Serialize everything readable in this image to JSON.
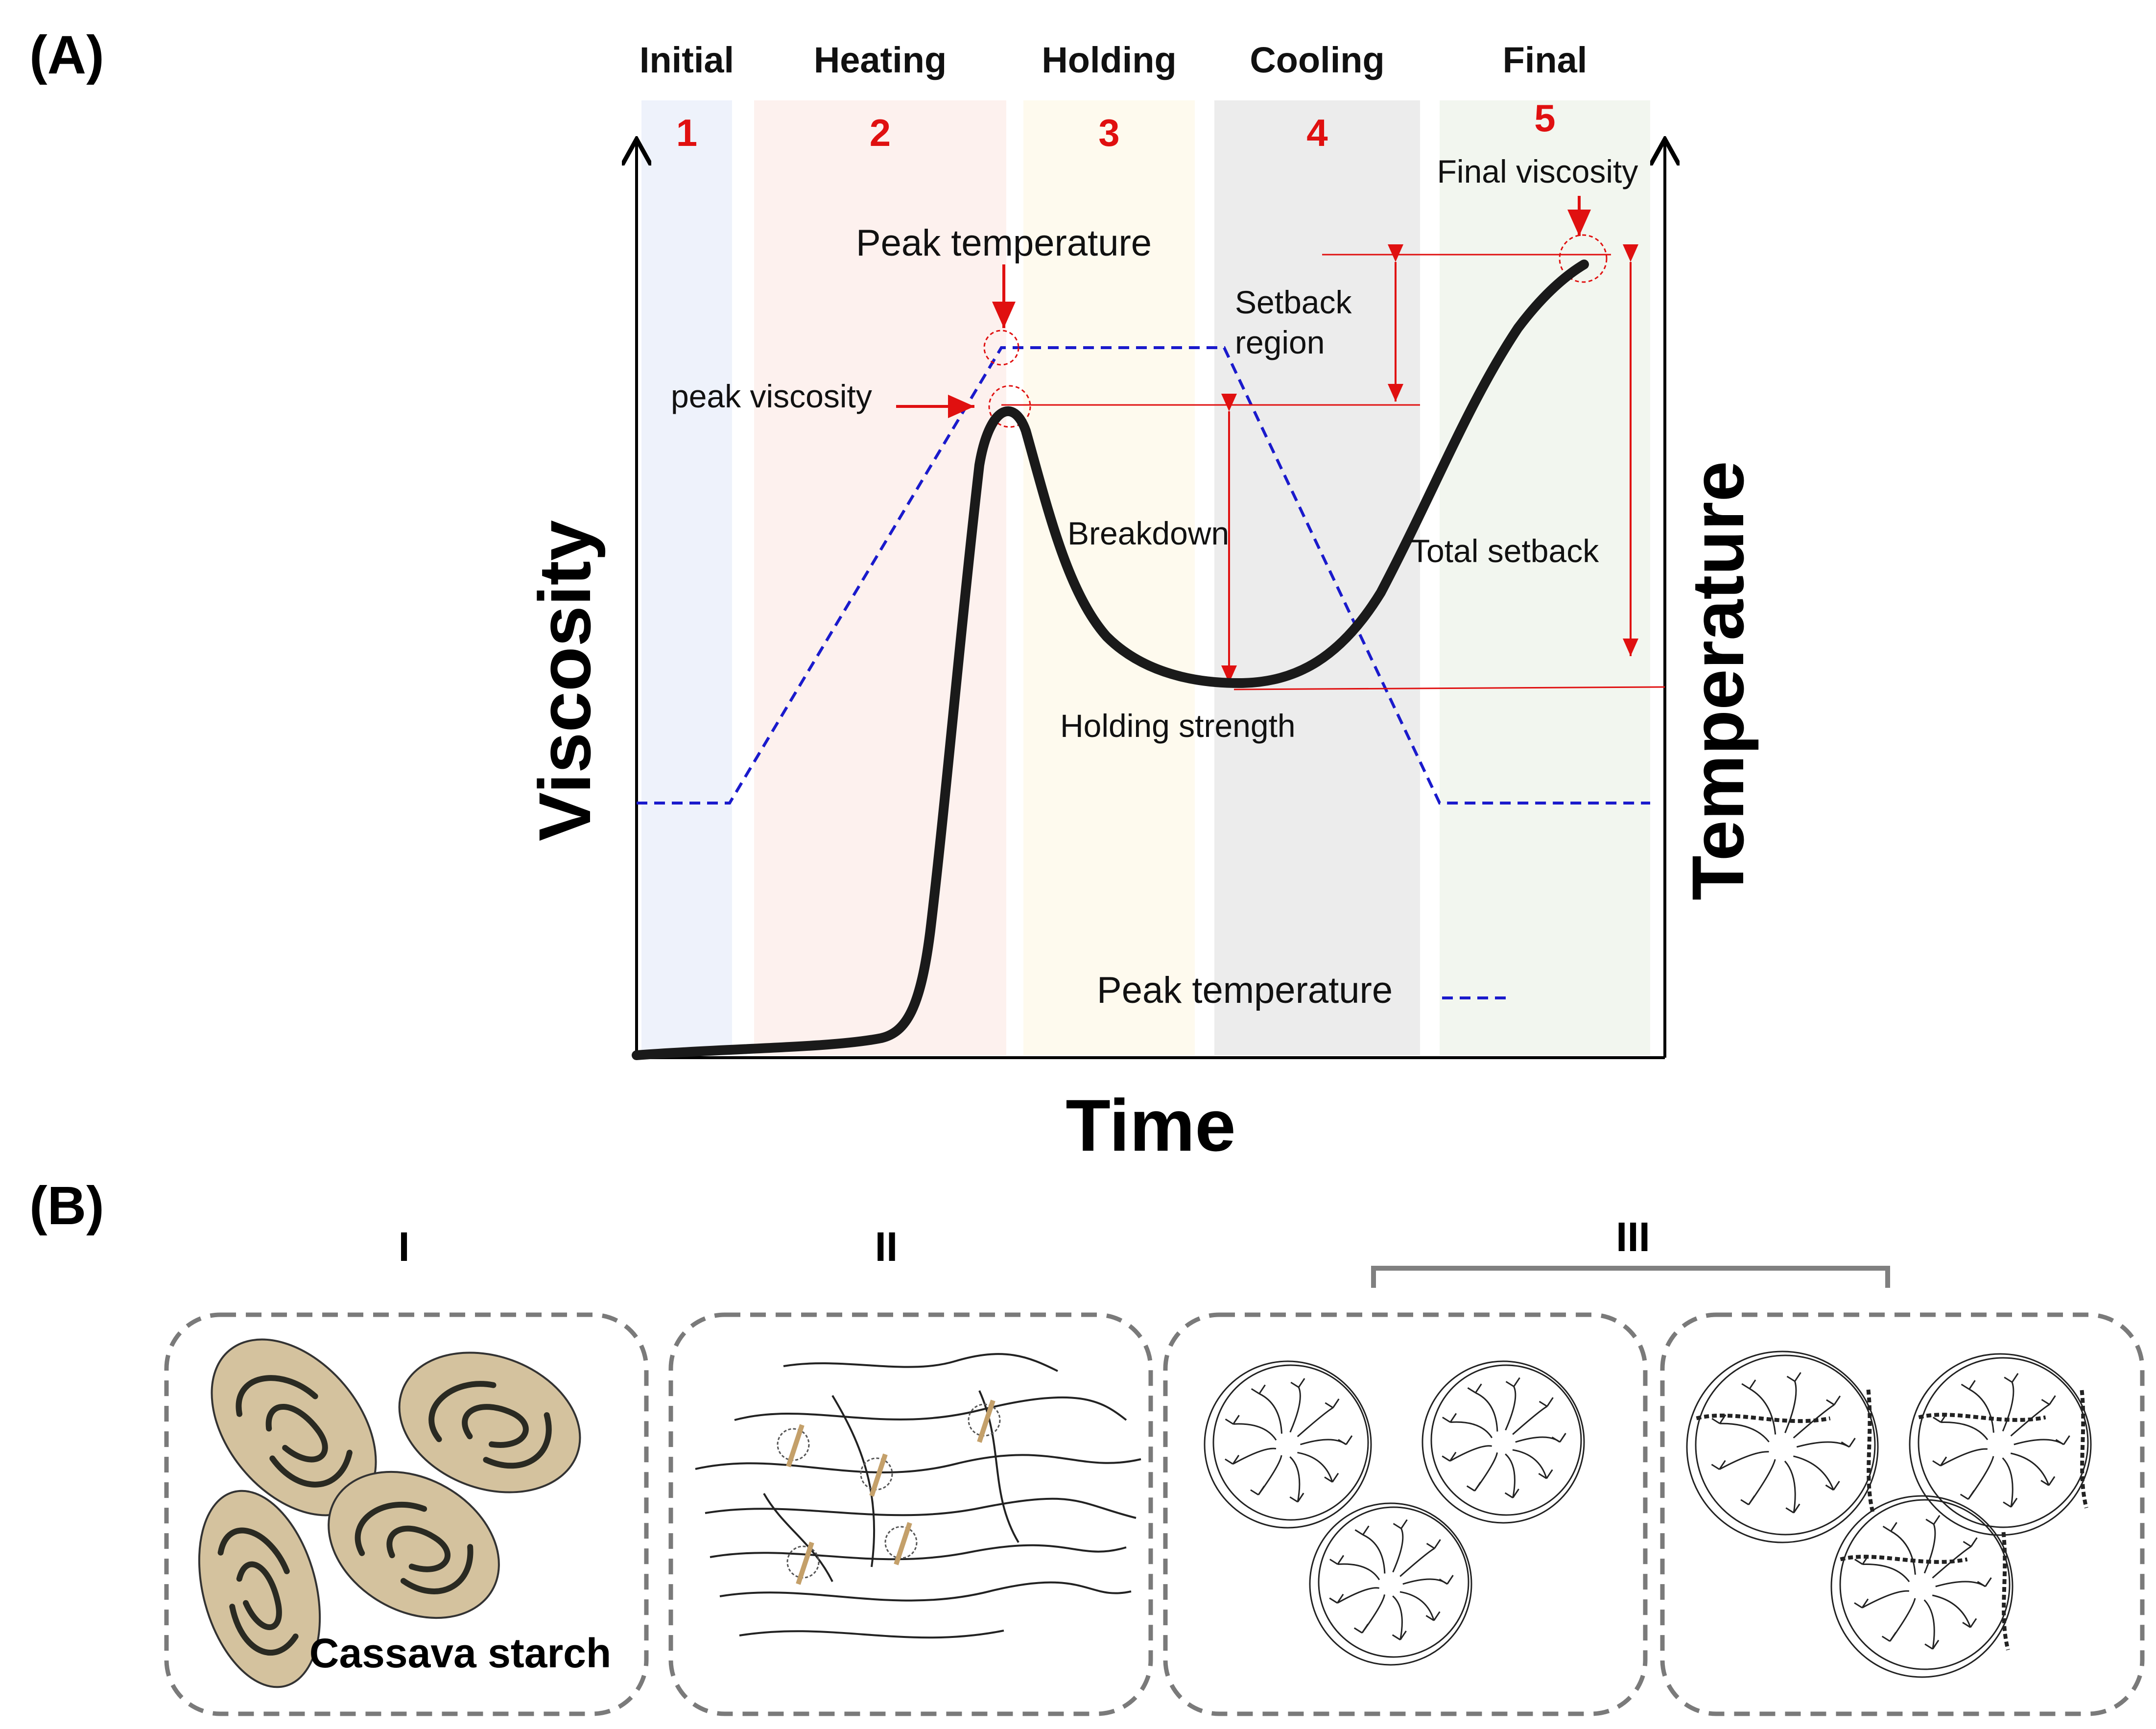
{
  "panel_a": {
    "label": "(A)",
    "phases": [
      {
        "name": "Initial",
        "number": "1",
        "color": "#eef2fb"
      },
      {
        "name": "Heating",
        "number": "2",
        "color": "#fdf1ee"
      },
      {
        "name": "Holding",
        "number": "3",
        "color": "#fefaee"
      },
      {
        "name": "Cooling",
        "number": "4",
        "color": "#ececec"
      },
      {
        "name": "Final",
        "number": "5",
        "color": "#f2f6ef"
      }
    ],
    "axis": {
      "y_left": "Viscosity",
      "y_right": "Temperature",
      "x": "Time"
    },
    "annotations": {
      "peak_temperature": "Peak temperature",
      "peak_viscosity": "peak viscosity",
      "final_viscosity": "Final viscosity",
      "setback_region_line1": "Setback",
      "setback_region_line2": "region",
      "breakdown": "Breakdown",
      "total_setback": "Total setback",
      "holding_strength": "Holding strength"
    },
    "legend": {
      "label": "Peak temperature"
    },
    "colors": {
      "viscosity_curve": "#1a1a1a",
      "temperature_line": "#1a1acc",
      "annotation": "#e01010",
      "phase_number": "#e01010"
    }
  },
  "panel_b": {
    "label": "(B)",
    "stages": [
      {
        "roman": "I",
        "caption": "Cassava starch"
      },
      {
        "roman": "II",
        "caption": ""
      },
      {
        "roman": "III",
        "caption": ""
      }
    ],
    "colors": {
      "granule_fill": "#d4c29e",
      "box_border": "#7a7a7a"
    }
  }
}
